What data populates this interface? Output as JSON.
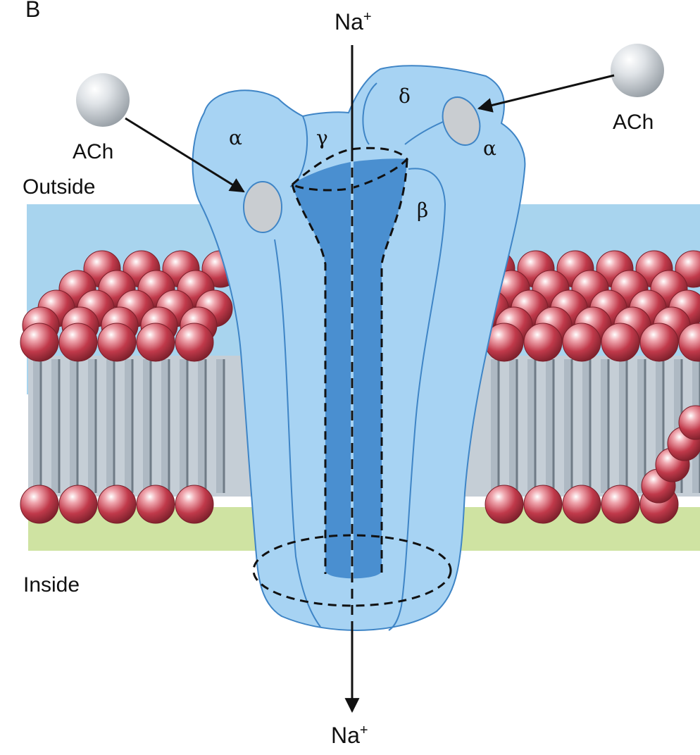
{
  "figure": {
    "panel_letter": "B",
    "labels": {
      "ion_top": "Na",
      "ion_bottom": "Na",
      "ion_charge": "+",
      "ligand_left": "ACh",
      "ligand_right": "ACh",
      "outside": "Outside",
      "inside": "Inside"
    },
    "subunits": {
      "alpha_left": "α",
      "gamma": "γ",
      "delta": "δ",
      "alpha_right": "α",
      "beta": "β"
    }
  },
  "colors": {
    "extracellular": "#a8d4ee",
    "intracellular": "#cfe3a2",
    "lipid_head": "#c0394a",
    "lipid_tail": "#aeb9c3",
    "channel_body": "#a7d3f3",
    "channel_outline": "#3f85c6",
    "pore": "#4a8fd0",
    "binding_site": "#c9cdd1",
    "ligand": "#b9bfc4"
  }
}
